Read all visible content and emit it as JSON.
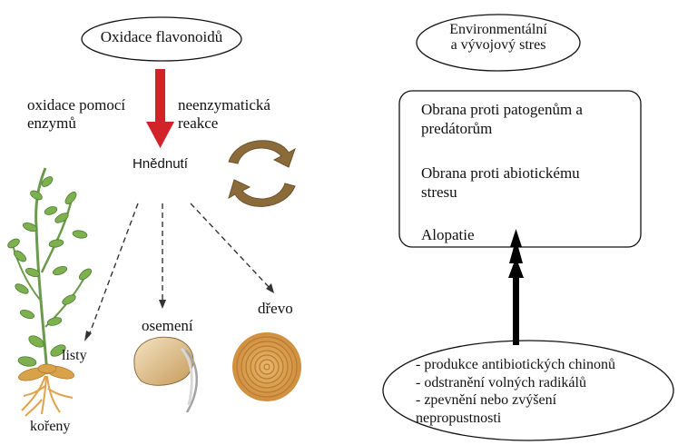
{
  "left": {
    "top_ellipse": "Oxidace flavonoidů",
    "label_enzymatic": [
      "oxidace pomocí",
      "enzymů"
    ],
    "label_nonenzymatic": [
      "neenzymatická",
      "reakce"
    ],
    "browning": "Hnědnutí",
    "leaves": "listy",
    "roots": "kořeny",
    "seed_coat": "osemení",
    "wood": "dřevo"
  },
  "right": {
    "top_ellipse": [
      "Environmentální",
      "a vývojový stres"
    ],
    "box_items": [
      [
        "Obrana proti patogenům a",
        "predátorům"
      ],
      [
        "Obrana proti abiotickému",
        "stresu"
      ],
      [
        "Alopatie"
      ]
    ],
    "bottom_ellipse": [
      "- produkce antibiotických chinonů",
      "- odstranění volných radikálů",
      "- zpevnění nebo zvýšení",
      "nepropustnosti"
    ]
  },
  "colors": {
    "red_arrow": "#d2232a",
    "cycle_arrows": "#8a6a3c",
    "wood": "#d9a15a",
    "seed": "#e3c79a"
  }
}
